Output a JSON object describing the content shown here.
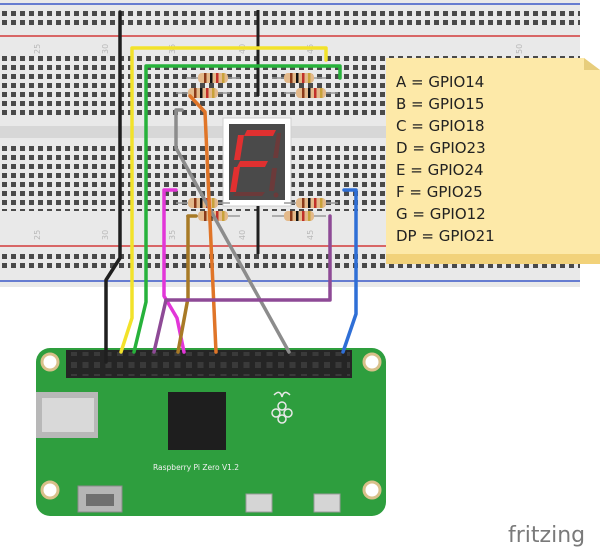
{
  "breadboard": {
    "column_labels": [
      "25",
      "30",
      "35",
      "40",
      "45",
      "50"
    ]
  },
  "note": {
    "lines": [
      "A = GPIO14",
      "B = GPIO15",
      "C = GPIO18",
      "D = GPIO23",
      "E = GPIO24",
      "F = GPIO25",
      "G = GPIO12",
      "DP = GPIO21"
    ]
  },
  "board": {
    "label": "Raspberry Pi Zero V1.2"
  },
  "branding": {
    "text": "fritzing"
  },
  "colors": {
    "breadboard": "#e9e9e9",
    "board_green": "#2e9e3e",
    "segment_red": "#e03030",
    "note_yellow": "#fde9a8",
    "wire_black": "#1f1f1f",
    "wire_yellow": "#f2e22a",
    "wire_green": "#27b23b",
    "wire_gray": "#8c8c8c",
    "wire_orange": "#e07528",
    "wire_magenta": "#e236d8",
    "wire_brown": "#a87a26",
    "wire_purple": "#8e4a96",
    "wire_blue": "#2f6fd6"
  },
  "icons": [
    "raspberry-logo-icon"
  ]
}
